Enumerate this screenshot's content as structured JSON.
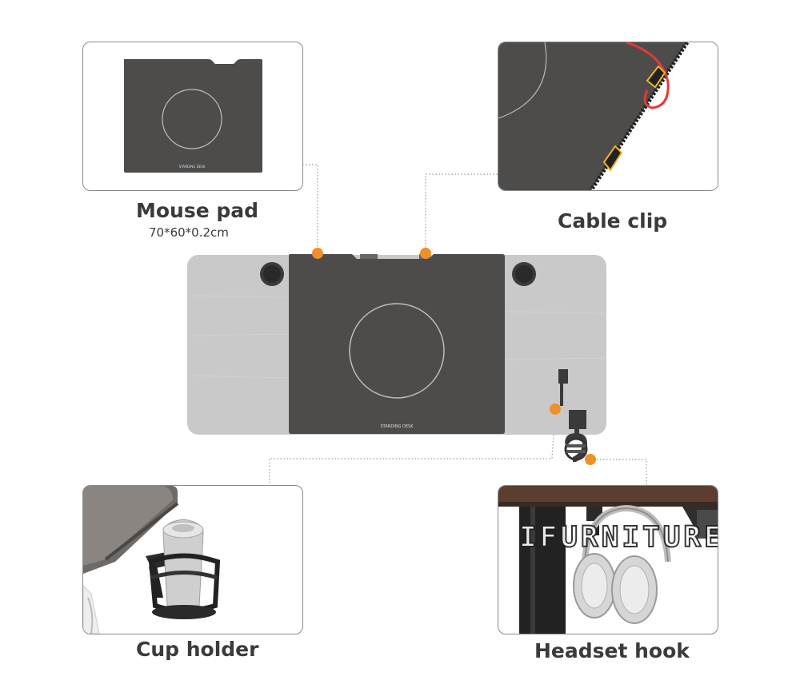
{
  "features": {
    "mouse_pad": {
      "title": "Mouse pad",
      "size": "70*60*0.2cm",
      "pad_label": "STANDING DESK"
    },
    "cable_clip": {
      "title": "Cable clip"
    },
    "cup_holder": {
      "title": "Cup holder"
    },
    "headset_hook": {
      "title": "Headset hook"
    }
  },
  "desk": {
    "pad_label": "STANDING DESK"
  },
  "watermark": {
    "text": "IFURNITURE"
  },
  "colors": {
    "accent_dot": "#f0902a",
    "pad": "#4d4c4b",
    "desk_surface": "#c9c9c9",
    "connector": "#9a9a9a"
  }
}
